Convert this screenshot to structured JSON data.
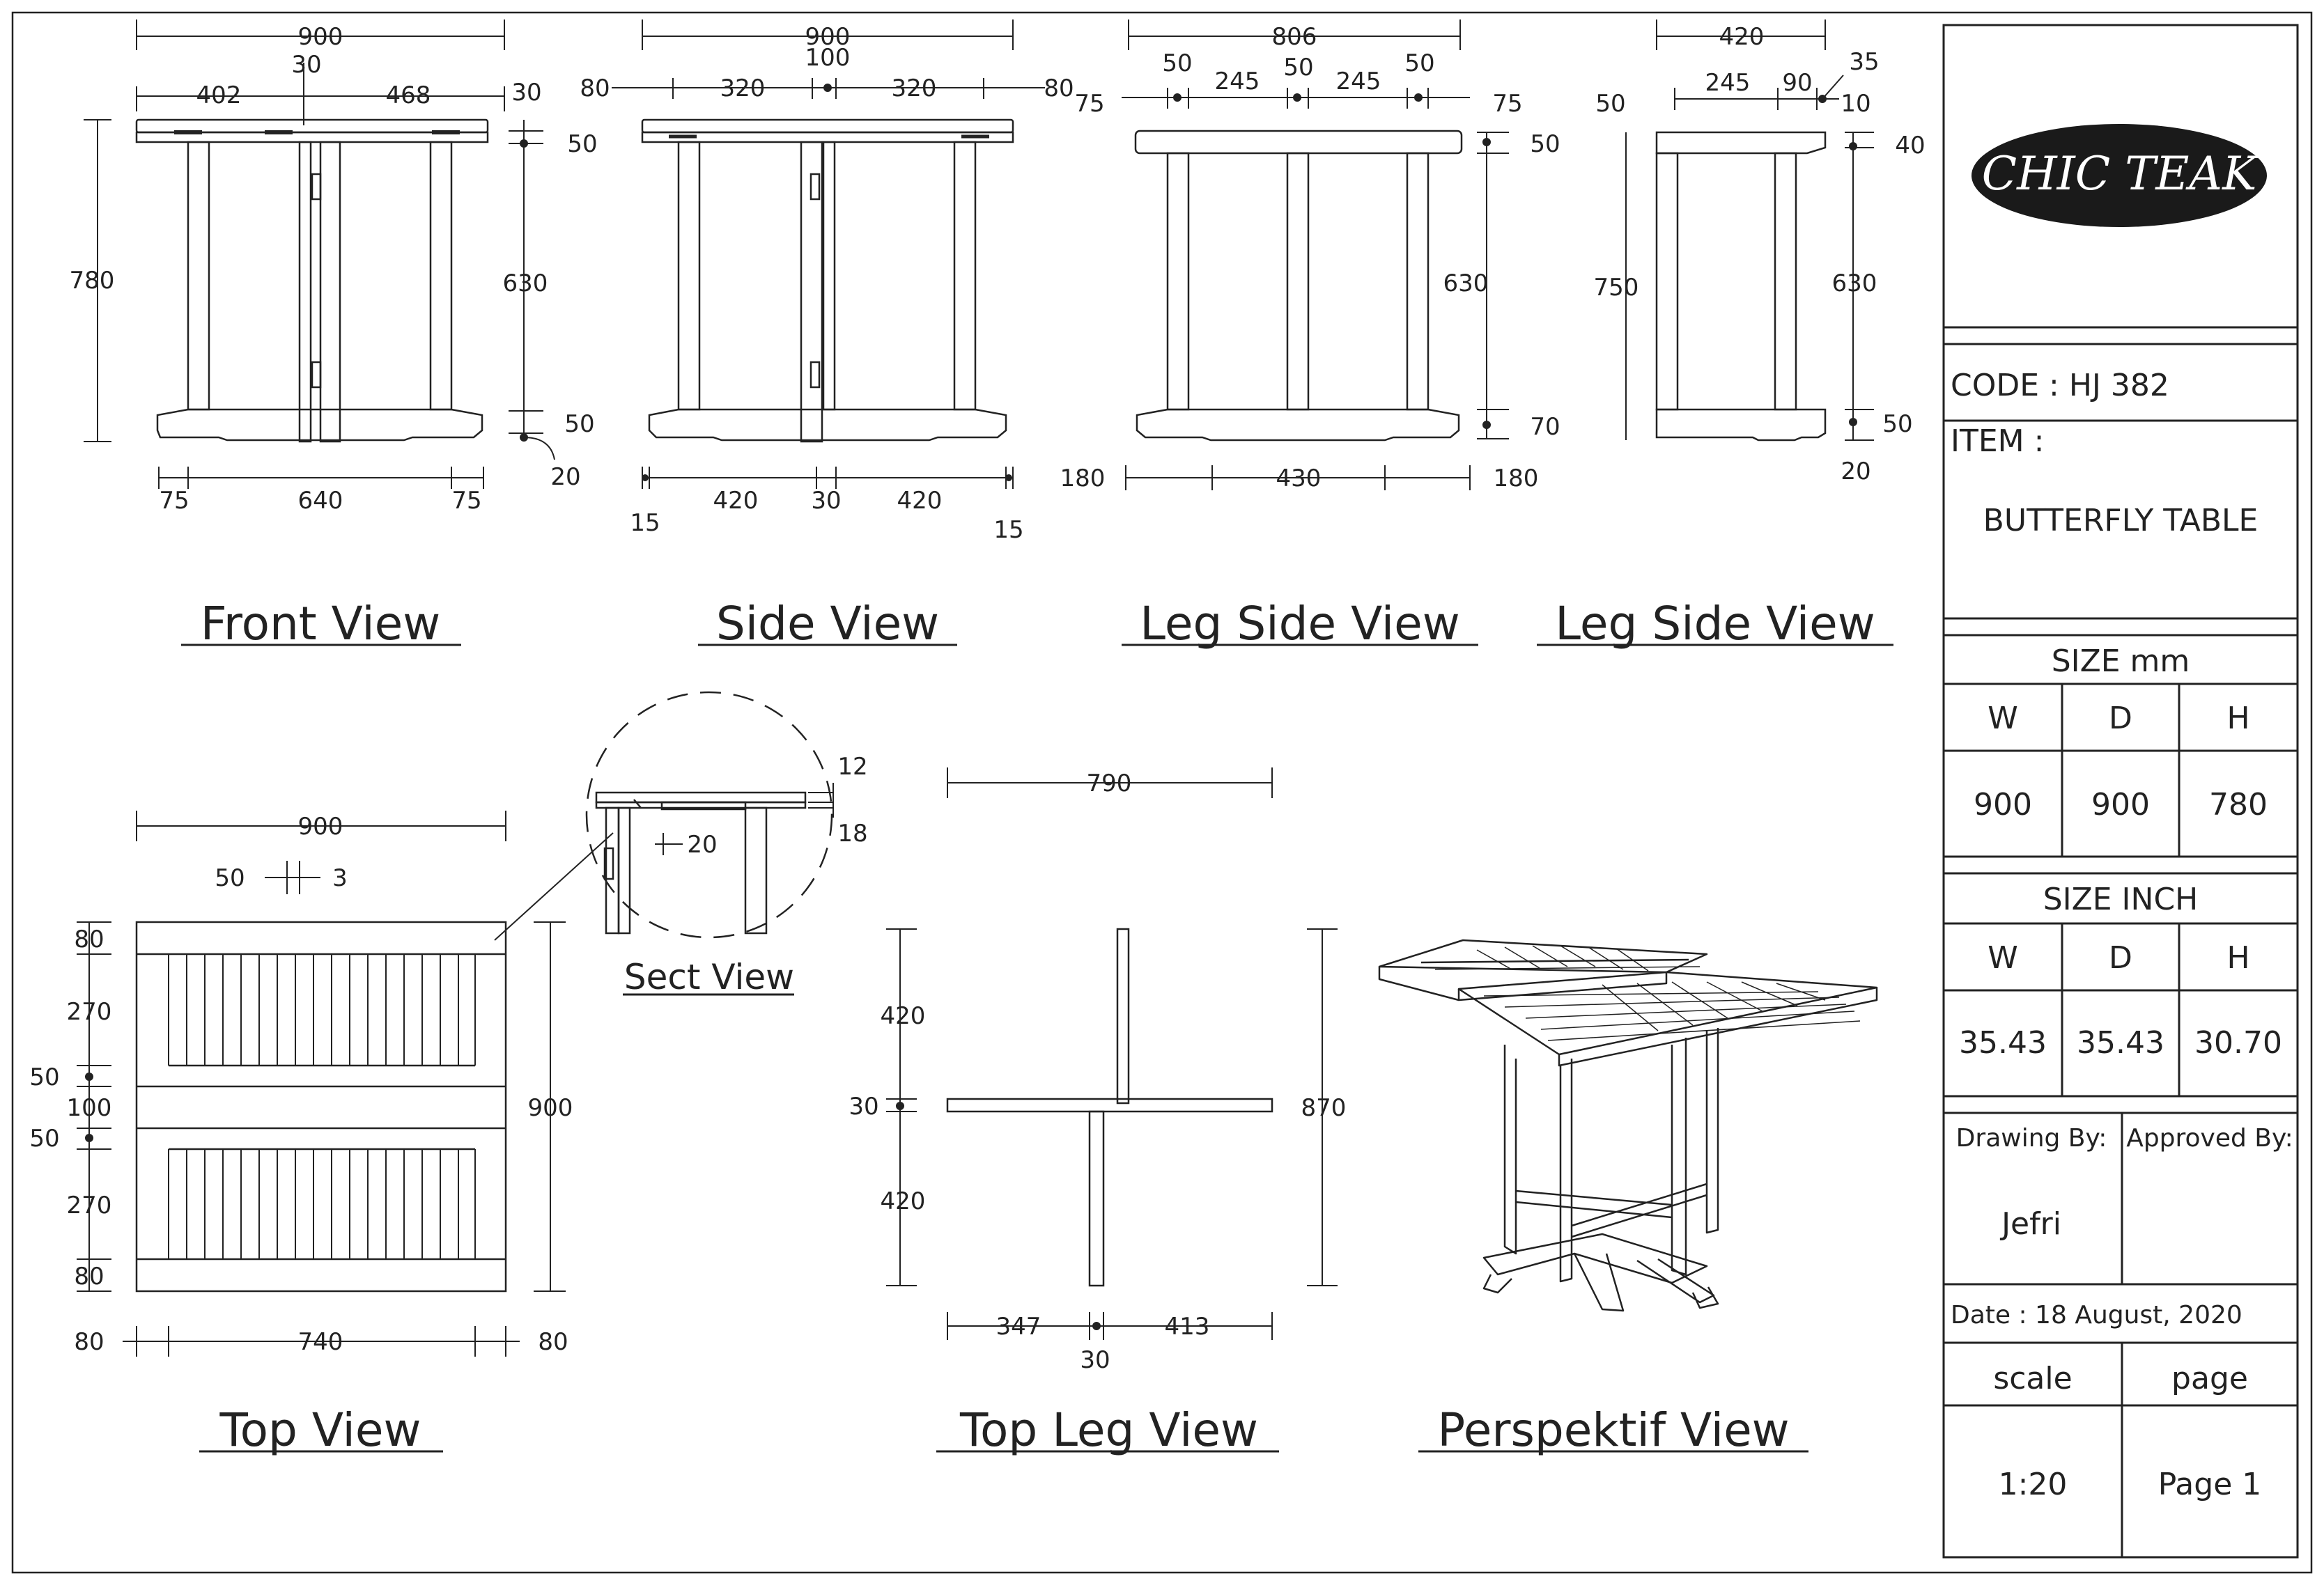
{
  "logo": {
    "text": "CHIC TEAK"
  },
  "title_block": {
    "code": "CODE : HJ 382",
    "item_label": "ITEM :",
    "item_name": "BUTTERFLY TABLE",
    "size_mm": {
      "header": "SIZE mm",
      "w_label": "W",
      "d_label": "D",
      "h_label": "H",
      "w": "900",
      "d": "900",
      "h": "780"
    },
    "size_inch": {
      "header": "SIZE INCH",
      "w_label": "W",
      "d_label": "D",
      "h_label": "H",
      "w": "35.43",
      "d": "35.43",
      "h": "30.70"
    },
    "drawing_by_label": "Drawing By:",
    "approved_by_label": "Approved By:",
    "drawer": "Jefri",
    "date": "Date : 18 August, 2020",
    "scale_label": "scale",
    "page_label": "page",
    "scale": "1:20",
    "page": "Page 1"
  },
  "views": {
    "front": {
      "title": "Front View",
      "dims": {
        "overall": "900",
        "top_center": "30",
        "left_part": "402",
        "right_part": "468",
        "side_30": "30",
        "top_thick": "50",
        "mid_height": "630",
        "base_thick": "50",
        "foot": "20",
        "height": "780",
        "foot_l": "75",
        "base_w": "640",
        "foot_r": "75"
      }
    },
    "side": {
      "title": "Side View",
      "dims": {
        "overall": "900",
        "center": "100",
        "left_80": "80",
        "left_320": "320",
        "right_320": "320",
        "right_80": "80",
        "left_15": "15",
        "left_420": "420",
        "mid_30": "30",
        "right_420": "420",
        "right_15": "15"
      }
    },
    "leg_side_a": {
      "title": "Leg Side View",
      "dims": {
        "overall": "806",
        "left_75": "75",
        "left_50": "50",
        "left_245": "245",
        "mid_50": "50",
        "right_245": "245",
        "right_50": "50",
        "right_75": "75",
        "top_50": "50",
        "mid_630": "630",
        "bot_70": "70",
        "base_l": "180",
        "base_mid": "430",
        "base_r": "180"
      }
    },
    "leg_side_b": {
      "title": "Leg Side View",
      "dims": {
        "overall": "420",
        "left_50": "50",
        "mid_245": "245",
        "right_90": "90",
        "slot_35": "35",
        "slot_10": "10",
        "top_40": "40",
        "height": "750",
        "mid_630": "630",
        "bot_50": "50",
        "foot_20": "20"
      }
    },
    "top": {
      "title": "Top View",
      "dims": {
        "overall": "900",
        "gap_50": "50",
        "gap_3": "3",
        "r_80a": "80",
        "r_270a": "270",
        "r_50a": "50",
        "r_100": "100",
        "r_50b": "50",
        "r_270b": "270",
        "r_80b": "80",
        "depth": "900",
        "b_80l": "80",
        "b_740": "740",
        "b_80r": "80"
      }
    },
    "sect": {
      "title": "Sect View",
      "dims": {
        "d12": "12",
        "d18": "18",
        "d20": "20"
      }
    },
    "top_leg": {
      "title": "Top Leg View",
      "dims": {
        "width": "790",
        "up_420": "420",
        "mid_30": "30",
        "down_420": "420",
        "depth": "870",
        "b_347": "347",
        "b_413": "413",
        "b_30": "30"
      }
    },
    "persp": {
      "title": "Perspektif View"
    }
  }
}
